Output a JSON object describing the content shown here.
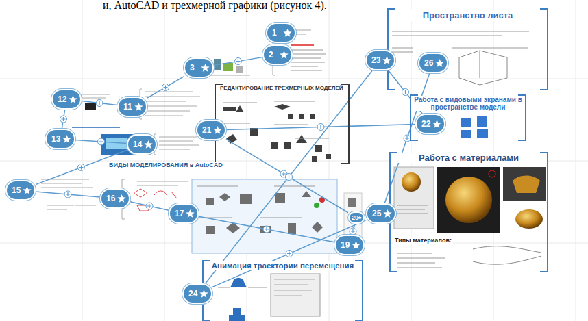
{
  "diagram": {
    "nodes": [
      {
        "text": [
          "Пространство листа"
        ]
      },
      {
        "text": [
          "Работа с видовыми экранами в пространстве модели"
        ]
      },
      {
        "text": [
          "Работа с материалами",
          "Типы материалов:"
        ]
      },
      {
        "text": [
          "РЕДАКТИРОВАНИЕ ТРЕХМЕРНЫХ МОДЕЛЕЙ"
        ]
      },
      {
        "text": [
          "Анимация траектории перемещения"
        ]
      },
      {
        "text": [
          "1"
        ]
      },
      {
        "text": [
          "2"
        ]
      },
      {
        "text": [
          "3"
        ]
      },
      {
        "text": [
          "11"
        ]
      },
      {
        "text": [
          "12"
        ]
      },
      {
        "text": [
          "13"
        ]
      },
      {
        "text": [
          "14"
        ]
      },
      {
        "text": [
          "15"
        ]
      },
      {
        "text": [
          "16"
        ]
      },
      {
        "text": [
          "17"
        ]
      },
      {
        "text": [
          "19"
        ]
      },
      {
        "text": [
          "20"
        ]
      },
      {
        "text": [
          "21"
        ]
      },
      {
        "text": [
          "22"
        ]
      },
      {
        "text": [
          "23"
        ]
      },
      {
        "text": [
          "24"
        ]
      },
      {
        "text": [
          "25"
        ]
      },
      {
        "text": [
          "26"
        ]
      }
    ],
    "edges": [
      {
        "from": 5,
        "to": 6,
        "arrow": "none"
      },
      {
        "from": 6,
        "to": 7,
        "arrow": "none"
      },
      {
        "from": 7,
        "to": 8,
        "arrow": "none"
      },
      {
        "from": 8,
        "to": 9,
        "arrow": "none"
      },
      {
        "from": 9,
        "to": 10,
        "arrow": "none"
      },
      {
        "from": 10,
        "to": 11,
        "arrow": "none"
      },
      {
        "from": 11,
        "to": 12,
        "arrow": "none"
      },
      {
        "from": 12,
        "to": 13,
        "arrow": "none"
      },
      {
        "from": 13,
        "to": 14,
        "arrow": "none"
      },
      {
        "from": 14,
        "to": 15,
        "arrow": "none"
      },
      {
        "from": 15,
        "to": 16,
        "arrow": "none"
      },
      {
        "from": 16,
        "to": 17,
        "arrow": "none"
      },
      {
        "from": 17,
        "to": 18,
        "arrow": "none"
      },
      {
        "from": 18,
        "to": 19,
        "arrow": "none"
      },
      {
        "from": 19,
        "to": 20,
        "arrow": "none"
      },
      {
        "from": 20,
        "to": 21,
        "arrow": "none"
      },
      {
        "from": 21,
        "to": 22,
        "arrow": "none"
      }
    ],
    "labels": [
      "и, AutoCAD и трехмерной графики (рисунок 4).",
      "ВИДЫ МОДЕЛИРОВАНИЯ в AutoCAD"
    ]
  }
}
